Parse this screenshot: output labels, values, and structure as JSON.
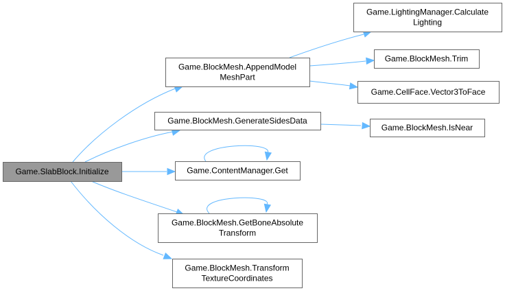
{
  "diagram": {
    "type": "call-graph",
    "edge_color": "#63b8ff",
    "root_fill": "#999999",
    "node_fill": "#ffffff",
    "node_border": "#666666",
    "nodes": [
      {
        "id": "initialize",
        "lines": [
          "Game.SlabBlock.Initialize"
        ],
        "root": true
      },
      {
        "id": "append",
        "lines": [
          "Game.BlockMesh.AppendModel",
          "MeshPart"
        ]
      },
      {
        "id": "gensides",
        "lines": [
          "Game.BlockMesh.GenerateSidesData"
        ]
      },
      {
        "id": "cmget",
        "lines": [
          "Game.ContentManager.Get"
        ]
      },
      {
        "id": "getbone",
        "lines": [
          "Game.BlockMesh.GetBoneAbsolute",
          "Transform"
        ]
      },
      {
        "id": "transform",
        "lines": [
          "Game.BlockMesh.Transform",
          "TextureCoordinates"
        ]
      },
      {
        "id": "lighting",
        "lines": [
          "Game.LightingManager.Calculate",
          "Lighting"
        ]
      },
      {
        "id": "trim",
        "lines": [
          "Game.BlockMesh.Trim"
        ]
      },
      {
        "id": "v3face",
        "lines": [
          "Game.CellFace.Vector3ToFace"
        ]
      },
      {
        "id": "isnear",
        "lines": [
          "Game.BlockMesh.IsNear"
        ]
      }
    ],
    "edges": [
      {
        "from": "initialize",
        "to": "append"
      },
      {
        "from": "initialize",
        "to": "gensides"
      },
      {
        "from": "initialize",
        "to": "cmget"
      },
      {
        "from": "initialize",
        "to": "getbone"
      },
      {
        "from": "initialize",
        "to": "transform"
      },
      {
        "from": "append",
        "to": "lighting"
      },
      {
        "from": "append",
        "to": "trim"
      },
      {
        "from": "append",
        "to": "v3face"
      },
      {
        "from": "gensides",
        "to": "isnear"
      },
      {
        "from": "cmget",
        "to": "cmget"
      },
      {
        "from": "getbone",
        "to": "getbone"
      }
    ]
  }
}
